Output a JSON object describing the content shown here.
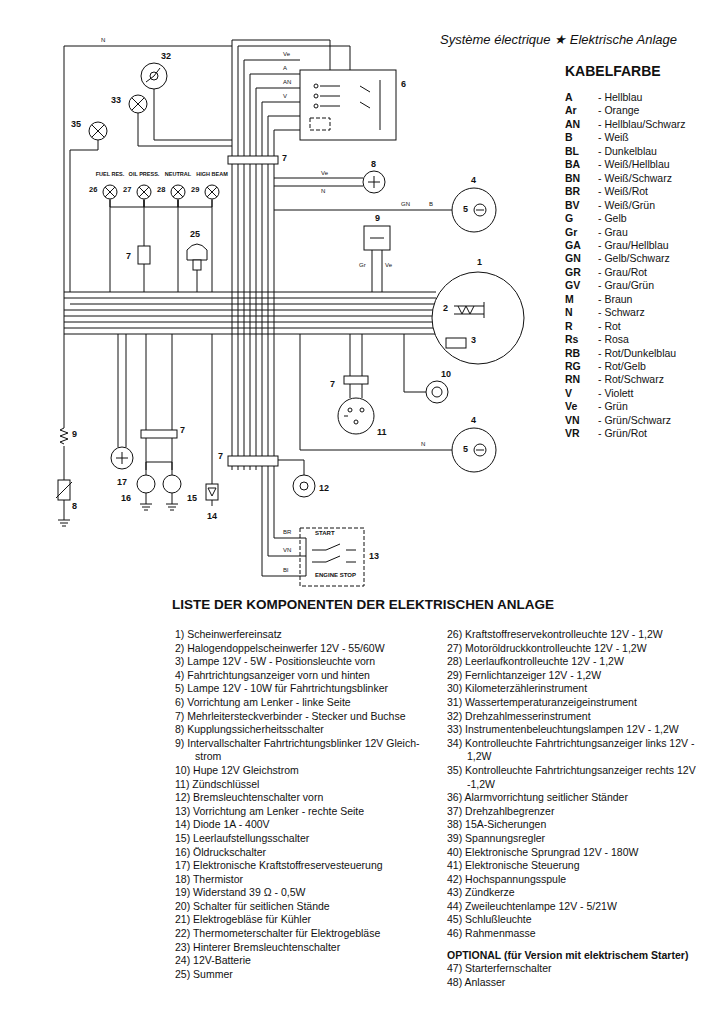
{
  "diagram": {
    "title": "Système électrique ★ Elektrische Anlage",
    "nodes": [
      {
        "text": [
          "32"
        ]
      },
      {
        "text": [
          "6"
        ]
      },
      {
        "text": [
          "33"
        ]
      },
      {
        "text": [
          "35"
        ]
      },
      {
        "text": [
          "8"
        ]
      },
      {
        "text": [
          "FUEL RES.",
          "26"
        ]
      },
      {
        "text": [
          "OIL PRESS.",
          "27"
        ]
      },
      {
        "text": [
          "NEUTRAL",
          "28"
        ]
      },
      {
        "text": [
          "HIGH BEAM",
          "29"
        ]
      },
      {
        "text": [
          "4",
          "5"
        ]
      },
      {
        "text": [
          "9"
        ]
      },
      {
        "text": [
          "25"
        ]
      },
      {
        "text": [
          "1",
          "2",
          "3"
        ]
      },
      {
        "text": [
          "10"
        ]
      },
      {
        "text": [
          "11"
        ]
      },
      {
        "text": [
          "4",
          "5"
        ]
      },
      {
        "text": [
          "17"
        ]
      },
      {
        "text": [
          "16"
        ]
      },
      {
        "text": [
          "15"
        ]
      },
      {
        "text": [
          "14"
        ]
      },
      {
        "text": [
          "12"
        ]
      },
      {
        "text": [
          "START",
          "ENGINE STOP",
          "13"
        ]
      }
    ],
    "edges": [
      {
        "from": 5,
        "to": 6,
        "arrow": "none"
      },
      {
        "from": 6,
        "to": 7,
        "arrow": "none"
      },
      {
        "from": 7,
        "to": 8,
        "arrow": "none"
      },
      {
        "from": 17,
        "to": 18,
        "arrow": "none"
      }
    ],
    "labels": [
      "KABELFARBE",
      "A",
      "- Hellblau",
      "Ar",
      "- Orange",
      "AN",
      "- Hellblau/Schwarz",
      "B",
      "- Weiß",
      "BL",
      "- Dunkelblau",
      "BA",
      "- Weiß/Hellblau",
      "BN",
      "- Weiß/Schwarz",
      "BR",
      "- Weiß/Rot",
      "BV",
      "- Weiß/Grün",
      "G",
      "- Gelb",
      "Gr",
      "- Grau",
      "GA",
      "- Grau/Hellblau",
      "GN",
      "- Gelb/Schwarz",
      "GR",
      "- Grau/Rot",
      "GV",
      "- Grau/Grün",
      "M",
      "- Braun",
      "N",
      "- Schwarz",
      "R",
      "- Rot",
      "Rs",
      "- Rosa",
      "RB",
      "- Rot/Dunkelblau",
      "RG",
      "- Rot/Gelb",
      "RN",
      "- Rot/Schwarz",
      "V",
      "- Violett",
      "Ve",
      "- Grün",
      "VN",
      "- Grün/Schwarz",
      "VR",
      "- Grün/Rot",
      "LISTE DER KOMPONENTEN DER ELEKTRISCHEN ANLAGE",
      "1) Scheinwerfereinsatz",
      "2) Halogendoppelscheinwerfer 12V - 55/60W",
      "3) Lampe 12V - 5W - Positionsleuchte vorn",
      "4) Fahrtrichtungsanzeiger vorn und hinten",
      "5) Lampe 12V - 10W für Fahrtrichtungsblinker",
      "6) Vorrichtung am Lenker - linke Seite",
      "7) Mehrleitersteckverbinder - Stecker und Buchse",
      "8) Kupplungssicherheitsschalter",
      "9) Intervallschalter Fahrtrichtungsblinker 12V Gleich- strom",
      "10) Hupe 12V Gleichstrom",
      "11) Zündschlüssel",
      "12) Bremsleuchtenschalter vorn",
      "13) Vorrichtung am Lenker - rechte Seite",
      "14) Diode 1A - 400V",
      "15) Leerlaufstellungsschalter",
      "16) Öldruckschalter",
      "17) Elektronische Kraftstoffreservesteuerung",
      "18) Thermistor",
      "19) Widerstand 39 Ω - 0,5W",
      "20) Schalter für seitlichen Stände",
      "21) Elektrogebläse für Kühler",
      "22) Thermometerschalter für Elektrogebläse",
      "23) Hinterer Bremsleuchtenschalter",
      "24) 12V-Batterie",
      "25) Summer",
      "26) Kraftstoffreservekontrolleuchte 12V - 1,2W",
      "27) Motoröldruckkontrolleuchte 12V - 1,2W",
      "28) Leerlaufkontrolleuchte 12V - 1,2W",
      "29) Fernlichtanzeiger 12V - 1,2W",
      "30) Kilometerzählerinstrument",
      "31) Wassertemperaturanzeigeinstrument",
      "32) Drehzahlmesserinstrument",
      "33) Instrumentenbeleuchtungslampen 12V - 1,2W",
      "34) Kontrolleuchte Fahrtrichtungsanzeiger links 12V - 1,2W",
      "35) Kontrolleuchte Fahrtrichtungsanzeiger rechts 12V -1,2W",
      "36) Alarmvorrichtung seitlicher Ständer",
      "37) Drehzahlbegrenzer",
      "38) 15A-Sicherungen",
      "39) Spannungsregler",
      "40) Elektronische Sprungrad 12V - 180W",
      "41) Elektronische Steuerung",
      "42) Hochspannungsspule",
      "43) Zündkerze",
      "44) Zweileuchtenlampe 12V - 5/21W",
      "45) Schlußleuchte",
      "46) Rahmenmasse",
      "OPTIONAL (für Version mit elektrischem Starter)",
      "47) Starterfernschalter",
      "48) Anlasser",
      "7",
      "7",
      "7",
      "7",
      "7",
      "9",
      "8",
      "N",
      "Ve",
      "A",
      "AN",
      "V",
      "Ve",
      "N",
      "GN",
      "B",
      "Gr",
      "Ve",
      "N",
      "BR",
      "VN",
      "Bl"
    ]
  }
}
